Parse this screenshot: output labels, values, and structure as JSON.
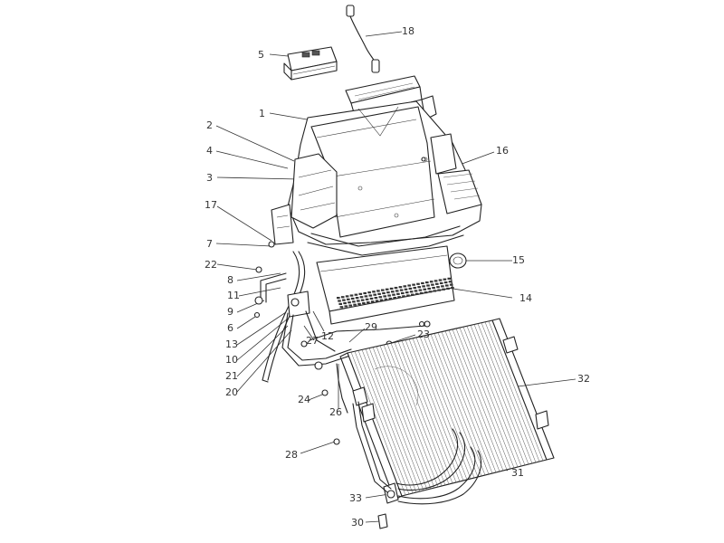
{
  "diagram": {
    "type": "exploded-parts-view",
    "callouts": [
      {
        "id": "1",
        "text": "1"
      },
      {
        "id": "2",
        "text": "2"
      },
      {
        "id": "3",
        "text": "3"
      },
      {
        "id": "4",
        "text": "4"
      },
      {
        "id": "5",
        "text": "5"
      },
      {
        "id": "6",
        "text": "6"
      },
      {
        "id": "7",
        "text": "7"
      },
      {
        "id": "8",
        "text": "8"
      },
      {
        "id": "9",
        "text": "9"
      },
      {
        "id": "10",
        "text": "10"
      },
      {
        "id": "11",
        "text": "11"
      },
      {
        "id": "12",
        "text": "12"
      },
      {
        "id": "13",
        "text": "13"
      },
      {
        "id": "14",
        "text": "14"
      },
      {
        "id": "15",
        "text": "15"
      },
      {
        "id": "16",
        "text": "16"
      },
      {
        "id": "17",
        "text": "17"
      },
      {
        "id": "18",
        "text": "18"
      },
      {
        "id": "20",
        "text": "20"
      },
      {
        "id": "21",
        "text": "21"
      },
      {
        "id": "22",
        "text": "22"
      },
      {
        "id": "23",
        "text": "23"
      },
      {
        "id": "24",
        "text": "24"
      },
      {
        "id": "26",
        "text": "26"
      },
      {
        "id": "27",
        "text": "27"
      },
      {
        "id": "28",
        "text": "28"
      },
      {
        "id": "29",
        "text": "29"
      },
      {
        "id": "30",
        "text": "30"
      },
      {
        "id": "31",
        "text": "31"
      },
      {
        "id": "32",
        "text": "32"
      },
      {
        "id": "33",
        "text": "33"
      }
    ]
  }
}
